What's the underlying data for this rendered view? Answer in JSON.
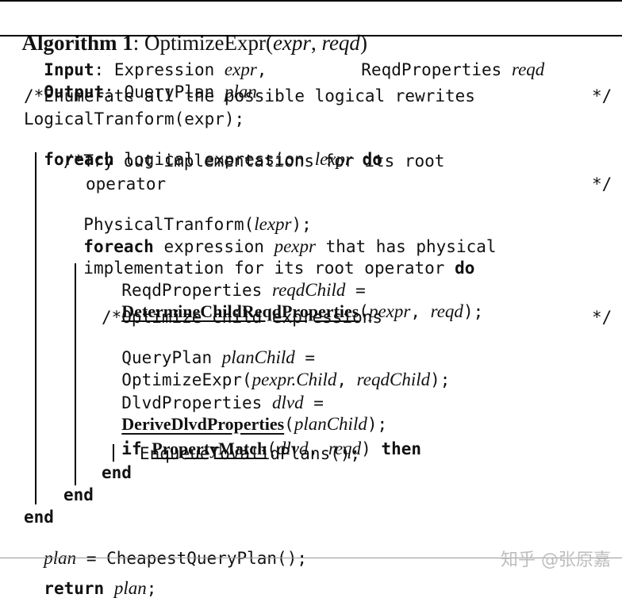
{
  "algorithm": {
    "label": "Algorithm 1",
    "sep": ":",
    "name": "OptimizeExpr(",
    "arg1": "expr",
    "comma": ", ",
    "arg2": "reqd",
    "close": ")"
  },
  "io": {
    "input_kw": "Input",
    "input_colon": ":",
    "input_type1": "Expression",
    "input_var1": "expr",
    "input_comma": ",",
    "input_type2": "ReqdProperties",
    "input_var2": "reqd",
    "output_kw": "Output",
    "output_colon": ":",
    "output_type": "QueryPlan",
    "output_var": "plan"
  },
  "comment1": {
    "text": "/*Enumerate all the possible logical rewrites",
    "end": "*/"
  },
  "logical_call": "LogicalTranform(expr);",
  "foreach1": {
    "kw": "foreach",
    "text": "logical expression",
    "var": "lexpr",
    "do": "do"
  },
  "comment2": {
    "line1": "/*Try out implementations for its root",
    "line2": "operator",
    "end": "*/"
  },
  "physical_call": {
    "name": "PhysicalTranform(",
    "arg": "lexpr",
    "close": ");"
  },
  "foreach2": {
    "kw": "foreach",
    "text1": "expression",
    "var": "pexpr",
    "text2": "that has physical",
    "line2": "implementation for its root operator",
    "do": "do"
  },
  "reqd_child": {
    "type": "ReqdProperties",
    "var": "reqdChild",
    "eq": "=",
    "fn": "DetermineChildReqdProperties",
    "open": "(",
    "arg1": "pexpr",
    "comma": ", ",
    "arg2": "reqd",
    "close": ");"
  },
  "comment3": {
    "text": "/*Optimize child expressions",
    "end": "*/"
  },
  "plan_child": {
    "type": "QueryPlan",
    "var": "planChild",
    "eq": "=",
    "fn": "OptimizeExpr(",
    "arg1": "pexpr.Child",
    "comma": ", ",
    "arg2": "reqdChild",
    "close": ");"
  },
  "dlvd": {
    "type": "DlvdProperties",
    "var": "dlvd",
    "eq": "=",
    "fn": "DeriveDlvdProperties",
    "open": "(",
    "arg": "planChild",
    "close": ");"
  },
  "if_line": {
    "kw": "if",
    "fn": "PropertyMatch",
    "open": "(",
    "arg1": "dlvd",
    "comma": ", ",
    "arg2": "reqd",
    "close": ")",
    "then": "then"
  },
  "enqueue": "EnqueueToValidPlans();",
  "end_kw": "end",
  "plan_assign": {
    "var": "plan",
    "rest": " = CheapestQueryPlan();"
  },
  "return_line": {
    "kw": "return",
    "var": "plan",
    "semi": ";"
  },
  "watermark": "知乎 @张原嘉"
}
